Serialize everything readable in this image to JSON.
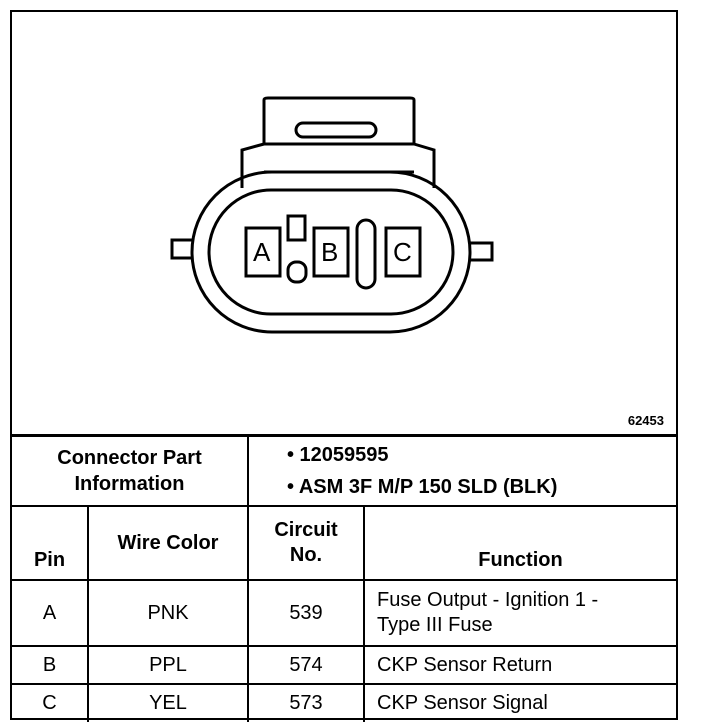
{
  "figure_number": "62453",
  "connector": {
    "pin_labels": [
      "A",
      "B",
      "C"
    ]
  },
  "part_info": {
    "label_line1": "Connector Part",
    "label_line2": "Information",
    "items": [
      "• 12059595",
      "• ASM 3F M/P 150 SLD (BLK)"
    ]
  },
  "table": {
    "headers": {
      "pin": "Pin",
      "wire_color": "Wire Color",
      "circuit_line1": "Circuit",
      "circuit_line2": "No.",
      "function": "Function"
    },
    "rows": [
      {
        "pin": "A",
        "wire_color": "PNK",
        "circuit": "539",
        "function_line1": "Fuse Output - Ignition 1 -",
        "function_line2": "Type III Fuse"
      },
      {
        "pin": "B",
        "wire_color": "PPL",
        "circuit": "574",
        "function_line1": "CKP Sensor Return",
        "function_line2": ""
      },
      {
        "pin": "C",
        "wire_color": "YEL",
        "circuit": "573",
        "function_line1": "CKP Sensor Signal",
        "function_line2": ""
      }
    ]
  }
}
